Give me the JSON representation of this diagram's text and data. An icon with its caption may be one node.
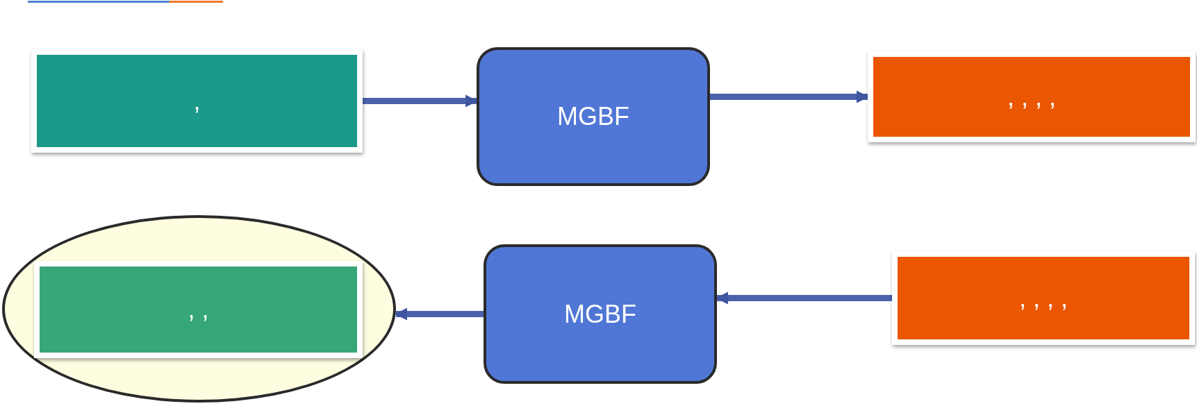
{
  "diagram": {
    "nodes": [
      {
        "text": [
          ","
        ]
      },
      {
        "text": [
          "MGBF"
        ]
      },
      {
        "text": [
          ", , , ,"
        ]
      },
      {
        "text": [],
        "shape": "ellipse"
      },
      {
        "text": [
          ", ,"
        ],
        "in": 3
      },
      {
        "text": [
          "MGBF"
        ]
      },
      {
        "text": [
          ", , , ,"
        ]
      }
    ],
    "edges": [
      {
        "from": 0,
        "to": 1,
        "arrow": "to"
      },
      {
        "from": 1,
        "to": 2,
        "arrow": "to"
      },
      {
        "from": 6,
        "to": 5,
        "arrow": "to"
      },
      {
        "from": 5,
        "to": 3,
        "arrow": "to"
      }
    ]
  }
}
